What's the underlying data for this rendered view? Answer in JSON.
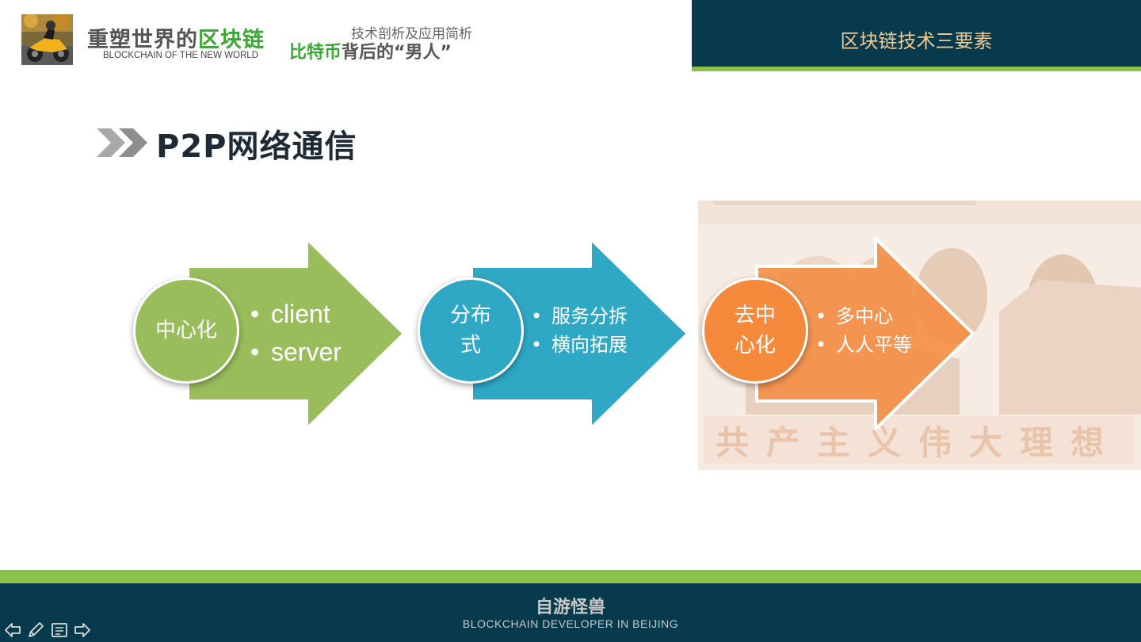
{
  "header": {
    "brand_title_prefix": "重塑世界的",
    "brand_title_highlight": "区块链",
    "brand_subtitle": "BLOCKCHAIN OF THE NEW WORLD",
    "topic_subtitle": "技术剖析及应用简析",
    "topic_title_highlight": "比特币",
    "topic_title_rest": "背后的“男人”",
    "section_title": "区块链技术三要素"
  },
  "slide": {
    "heading": "P2P网络通信",
    "stages": [
      {
        "circle_label": "中心化",
        "bullets": [
          "client",
          "server"
        ],
        "color": "#9abd5c"
      },
      {
        "circle_label": "分布式",
        "circle_line1": "分布",
        "circle_line2": "式",
        "bullets": [
          "服务分拆",
          "横向拓展"
        ],
        "color": "#2fa8c6"
      },
      {
        "circle_label": "去中心化",
        "circle_line1": "去中",
        "circle_line2": "心化",
        "bullets": [
          "多中心",
          "人人平等"
        ],
        "color": "#f58a3c"
      }
    ],
    "poster_caption": "共产主义伟大理想"
  },
  "footer": {
    "title": "自游怪兽",
    "subtitle": "BLOCKCHAIN DEVELOPER IN BEIJING"
  },
  "toolbar": {
    "icons": [
      "previous-icon",
      "pen-icon",
      "menu-icon",
      "next-icon"
    ]
  },
  "colors": {
    "header_panel": "#063a4c",
    "accent_green": "#8bc34a",
    "brand_green": "#3aa835",
    "section_title": "#f0c890"
  }
}
